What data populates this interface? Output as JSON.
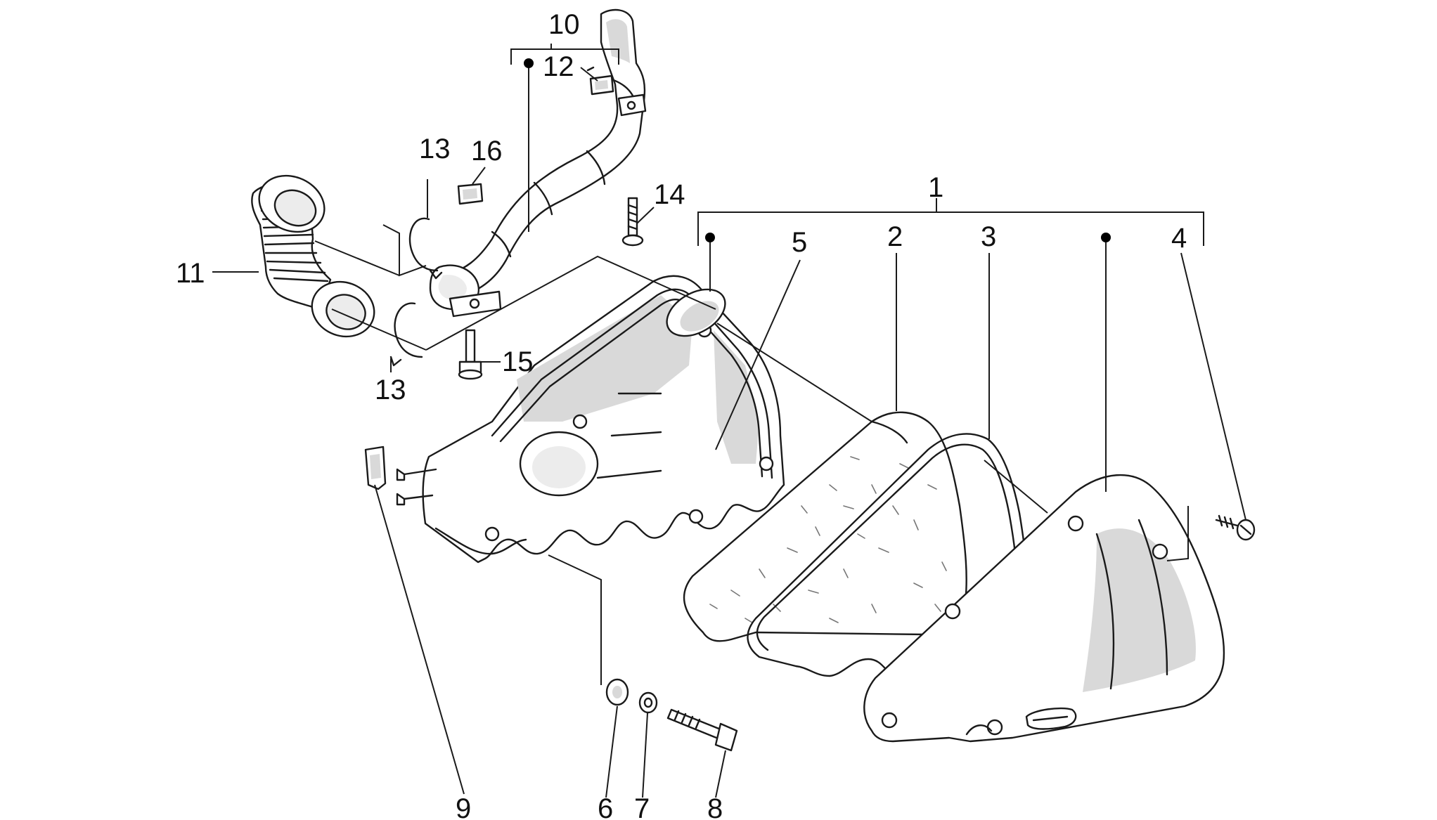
{
  "callouts": {
    "c1": "1",
    "c2": "2",
    "c3": "3",
    "c4": "4",
    "c5": "5",
    "c6": "6",
    "c7": "7",
    "c8": "8",
    "c9": "9",
    "c10": "10",
    "c11": "11",
    "c12": "12",
    "c13a": "13",
    "c13b": "13",
    "c14": "14",
    "c15": "15",
    "c16": "16"
  },
  "colors": {
    "line": "#1a1a1a",
    "shade": "#d9d9d9",
    "background": "#ffffff"
  }
}
